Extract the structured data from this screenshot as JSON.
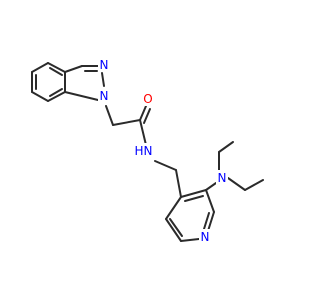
{
  "molecule": {
    "atoms": {
      "n_indazole_2": {
        "text": "N"
      },
      "n_indazole_1": {
        "text": "N"
      },
      "o_carbonyl": {
        "text": "O"
      },
      "n_amide": {
        "text": "N"
      },
      "h_amide": {
        "text": "H"
      },
      "n_diethylamino": {
        "text": "N"
      },
      "n_pyridine": {
        "text": "N"
      }
    },
    "colors": {
      "bond": "#2b2b2b",
      "nitrogen": "#0000ff",
      "oxygen": "#ff0000"
    }
  }
}
